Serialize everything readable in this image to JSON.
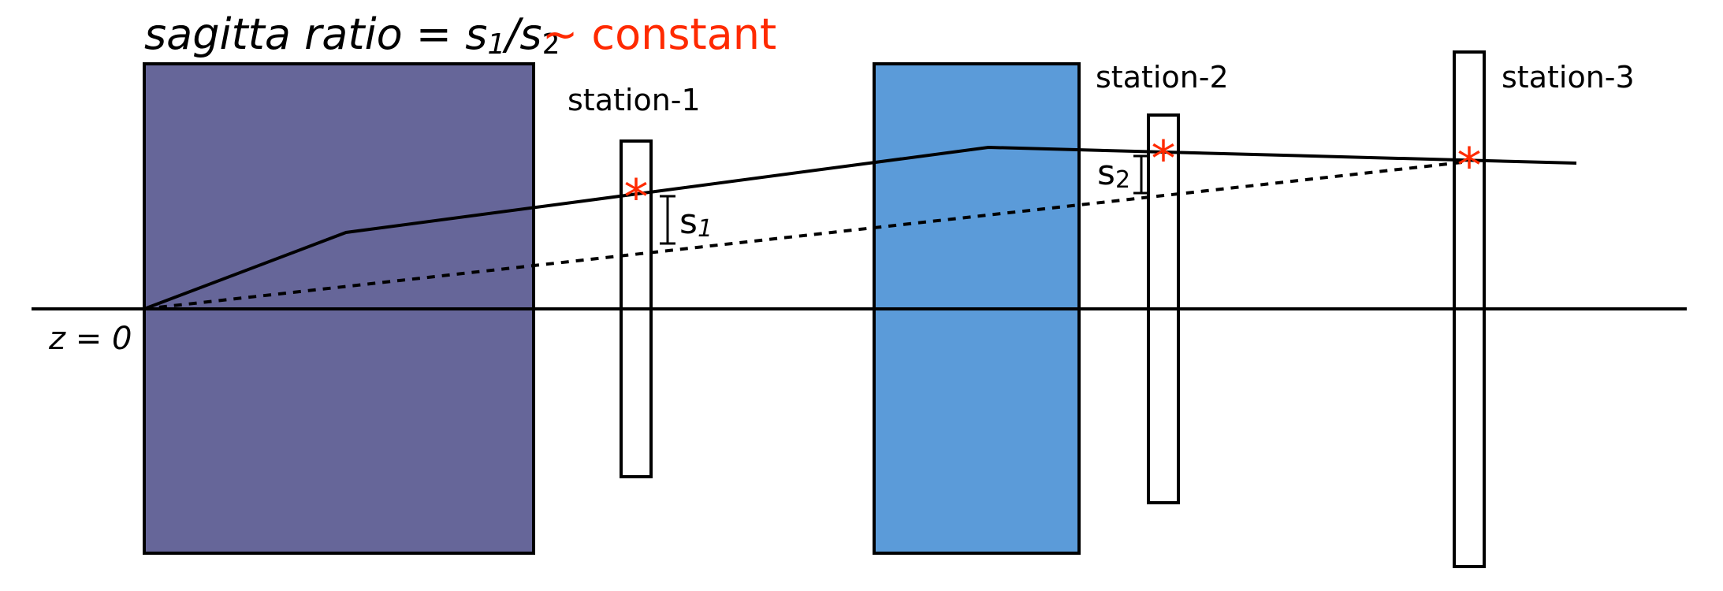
{
  "title": {
    "sagitta_text": "sagitta ratio = s",
    "sub1": "1",
    "slash": "/s",
    "sub2": "2",
    "constant_text": "~ constant"
  },
  "labels": {
    "station1": "station-1",
    "station2": "station-2",
    "station3": "station-3",
    "z_axis": "z = 0",
    "s1_letter": "s",
    "s1_sub": "1",
    "s2_letter": "s",
    "s2_sub": "2"
  },
  "hit_marker": "*",
  "colors": {
    "magnet1": "#666699",
    "magnet2": "#5b9bd9",
    "hit": "#ff2a00",
    "title_accent": "#ff2a00",
    "line": "#000000"
  }
}
